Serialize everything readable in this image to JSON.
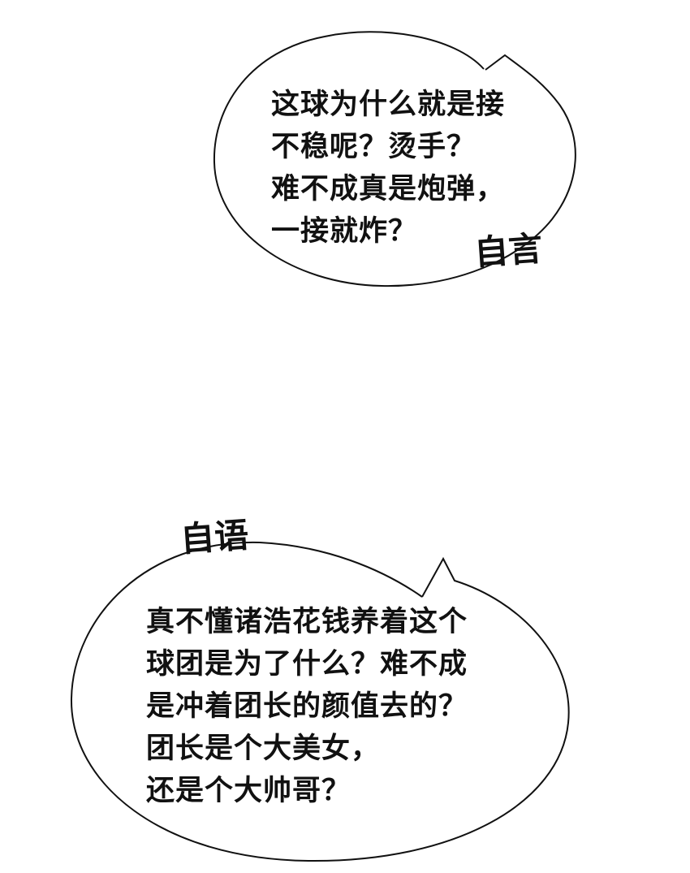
{
  "bubbles": [
    {
      "lines": [
        "这球为什么就是接",
        "不稳呢？烫手？",
        "难不成真是炮弹，",
        "一接就炸？"
      ],
      "caption": "自言"
    },
    {
      "lines": [
        "真不懂诸浩花钱养着这个",
        "球团是为了什么？难不成",
        "是冲着团长的颜值去的？",
        "团长是个大美女，",
        "还是个大帅哥？"
      ],
      "caption": "自语"
    }
  ],
  "colors": {
    "ink": "#111111",
    "background": "#ffffff"
  }
}
